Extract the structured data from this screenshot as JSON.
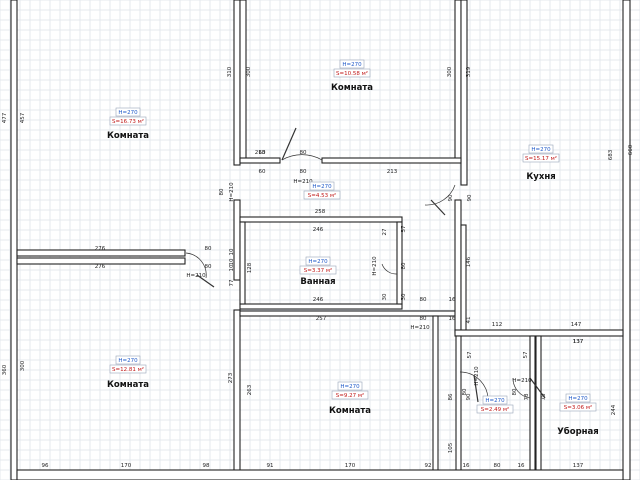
{
  "rooms": [
    {
      "name": "Комната",
      "height": "H=270",
      "area": "S=16.73 м²"
    },
    {
      "name": "Комната",
      "height": "H=270",
      "area": "S=10.58 м²"
    },
    {
      "name": "Кухня",
      "height": "H=270",
      "area": "S=15.17 м²"
    },
    {
      "name": "",
      "height": "H=270",
      "area": "S=4.53 м²"
    },
    {
      "name": "Ванная",
      "height": "H=270",
      "area": "S=3.37 м²"
    },
    {
      "name": "Комната",
      "height": "H=270",
      "area": "S=12.81 м²"
    },
    {
      "name": "Комната",
      "height": "H=270",
      "area": "S=9.27 м²"
    },
    {
      "name": "",
      "height": "H=270",
      "area": "S=2.49 м²"
    },
    {
      "name": "Уборная",
      "height": "H=270",
      "area": "S=3.06 м²"
    }
  ],
  "dimensions": [
    "477",
    "457",
    "310",
    "300",
    "300",
    "319",
    "683",
    "660",
    "213",
    "60",
    "80",
    "60",
    "80",
    "213",
    "H=210",
    "80",
    "H=210",
    "90",
    "258",
    "246",
    "27",
    "57",
    "80",
    "276",
    "80",
    "276",
    "80",
    "10",
    "10",
    "H=210",
    "128",
    "77",
    "90",
    "H=210",
    "30",
    "30",
    "246",
    "80",
    "16",
    "257",
    "80",
    "16",
    "H=210",
    "41",
    "112",
    "147",
    "137",
    "57",
    "57",
    "137",
    "360",
    "300",
    "273",
    "263",
    "86",
    "90",
    "78",
    "78",
    "105",
    "244",
    "80",
    "80",
    "H=210",
    "H=210",
    "96",
    "170",
    "98",
    "91",
    "170",
    "92",
    "16",
    "80",
    "16",
    "137",
    "146",
    "10"
  ]
}
